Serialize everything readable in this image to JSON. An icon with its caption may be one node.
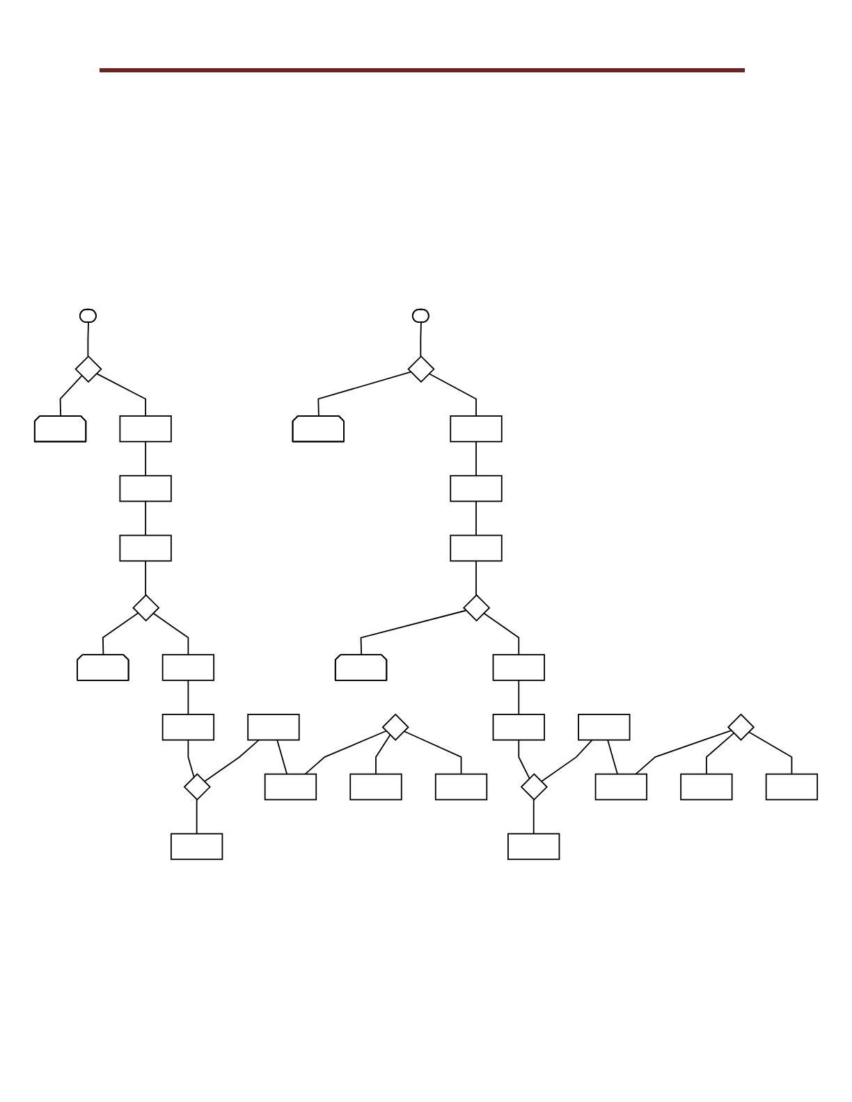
{
  "diagram": {
    "nodes": [
      {
        "text": [],
        "shape": "pill"
      },
      {
        "text": [],
        "shape": "diamond"
      },
      {
        "text": [],
        "shape": "pentagon"
      },
      {
        "text": [],
        "shape": "box"
      },
      {
        "text": [],
        "shape": "box"
      },
      {
        "text": [],
        "shape": "box"
      },
      {
        "text": [],
        "shape": "diamond"
      },
      {
        "text": [],
        "shape": "pentagon"
      },
      {
        "text": [],
        "shape": "box"
      },
      {
        "text": [],
        "shape": "box"
      },
      {
        "text": [],
        "shape": "box"
      },
      {
        "text": [],
        "shape": "diamond"
      },
      {
        "text": [],
        "shape": "box"
      },
      {
        "text": [],
        "shape": "box"
      },
      {
        "text": [],
        "shape": "diamond"
      },
      {
        "text": [],
        "shape": "box"
      },
      {
        "text": [],
        "shape": "box"
      },
      {
        "text": [],
        "shape": "pill"
      },
      {
        "text": [],
        "shape": "diamond"
      },
      {
        "text": [],
        "shape": "pentagon"
      },
      {
        "text": [],
        "shape": "box"
      },
      {
        "text": [],
        "shape": "box"
      },
      {
        "text": [],
        "shape": "box"
      },
      {
        "text": [],
        "shape": "diamond"
      },
      {
        "text": [],
        "shape": "pentagon"
      },
      {
        "text": [],
        "shape": "box"
      },
      {
        "text": [],
        "shape": "box"
      },
      {
        "text": [],
        "shape": "box"
      },
      {
        "text": [],
        "shape": "diamond"
      },
      {
        "text": [],
        "shape": "box"
      },
      {
        "text": [],
        "shape": "box"
      },
      {
        "text": [],
        "shape": "diamond"
      },
      {
        "text": [],
        "shape": "box"
      },
      {
        "text": [],
        "shape": "box"
      }
    ],
    "edges": [
      {
        "from": 0,
        "to": 1,
        "arrow": "none"
      },
      {
        "from": 1,
        "to": 2,
        "arrow": "none"
      },
      {
        "from": 1,
        "to": 3,
        "arrow": "none"
      },
      {
        "from": 3,
        "to": 4,
        "arrow": "none"
      },
      {
        "from": 4,
        "to": 5,
        "arrow": "none"
      },
      {
        "from": 5,
        "to": 6,
        "arrow": "none"
      },
      {
        "from": 6,
        "to": 7,
        "arrow": "none"
      },
      {
        "from": 6,
        "to": 8,
        "arrow": "none"
      },
      {
        "from": 8,
        "to": 9,
        "arrow": "none"
      },
      {
        "from": 9,
        "to": 11,
        "arrow": "none"
      },
      {
        "from": 10,
        "to": 11,
        "arrow": "none"
      },
      {
        "from": 11,
        "to": 12,
        "arrow": "none"
      },
      {
        "from": 10,
        "to": 13,
        "arrow": "none"
      },
      {
        "from": 14,
        "to": 13,
        "arrow": "none"
      },
      {
        "from": 14,
        "to": 15,
        "arrow": "none"
      },
      {
        "from": 14,
        "to": 16,
        "arrow": "none"
      },
      {
        "from": 17,
        "to": 18,
        "arrow": "none"
      },
      {
        "from": 18,
        "to": 19,
        "arrow": "none"
      },
      {
        "from": 18,
        "to": 20,
        "arrow": "none"
      },
      {
        "from": 20,
        "to": 21,
        "arrow": "none"
      },
      {
        "from": 21,
        "to": 22,
        "arrow": "none"
      },
      {
        "from": 22,
        "to": 23,
        "arrow": "none"
      },
      {
        "from": 23,
        "to": 24,
        "arrow": "none"
      },
      {
        "from": 23,
        "to": 25,
        "arrow": "none"
      },
      {
        "from": 25,
        "to": 26,
        "arrow": "none"
      },
      {
        "from": 26,
        "to": 28,
        "arrow": "none"
      },
      {
        "from": 27,
        "to": 28,
        "arrow": "none"
      },
      {
        "from": 28,
        "to": 29,
        "arrow": "none"
      },
      {
        "from": 27,
        "to": 30,
        "arrow": "none"
      },
      {
        "from": 31,
        "to": 30,
        "arrow": "none"
      },
      {
        "from": 31,
        "to": 32,
        "arrow": "none"
      },
      {
        "from": 31,
        "to": 33,
        "arrow": "none"
      }
    ]
  }
}
